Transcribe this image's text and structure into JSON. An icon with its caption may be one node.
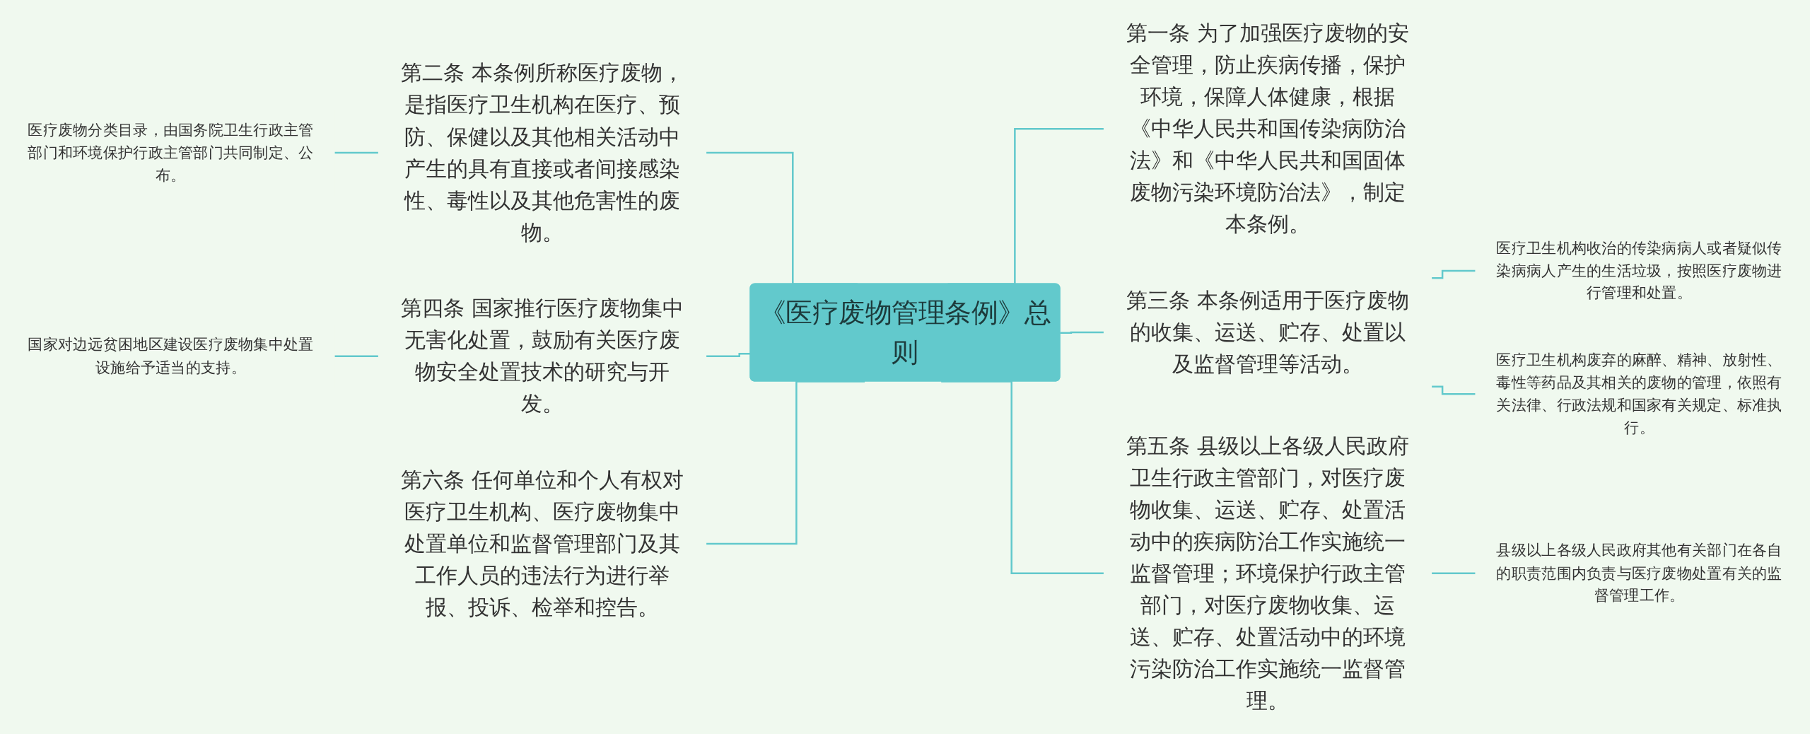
{
  "diagram": {
    "nodes": [
      {
        "text": [
          "《医疗废物管理条例》总则"
        ]
      },
      {
        "text": [
          "第二条 本条例所称医疗废物，是指医疗卫生机构在医疗、预防、保健以及其他相关活动中产生的具有直接或者间接感染性、毒性以及其他危害性的废物。"
        ]
      },
      {
        "text": [
          "医疗废物分类目录，由国务院卫生行政主管部门和环境保护行政主管部门共同制定、公布。"
        ]
      },
      {
        "text": [
          "第四条 国家推行医疗废物集中无害化处置，鼓励有关医疗废物安全处置技术的研究与开发。"
        ]
      },
      {
        "text": [
          "国家对边远贫困地区建设医疗废物集中处置设施给予适当的支持。"
        ]
      },
      {
        "text": [
          "第六条 任何单位和个人有权对医疗卫生机构、医疗废物集中处置单位和监督管理部门及其工作人员的违法行为进行举报、投诉、检举和控告。"
        ]
      },
      {
        "text": [
          "第一条 为了加强医疗废物的安全管理，防止疾病传播，保护环境，保障人体健康，根据《中华人民共和国传染病防治法》和《中华人民共和国固体废物污染环境防治法》，制定本条例。"
        ]
      },
      {
        "text": [
          "第三条 本条例适用于医疗废物的收集、运送、贮存、处置以及监督管理等活动。"
        ]
      },
      {
        "text": [
          "医疗卫生机构收治的传染病病人或者疑似传染病病人产生的生活垃圾，按照医疗废物进行管理和处置。"
        ]
      },
      {
        "text": [
          "医疗卫生机构废弃的麻醉、精神、放射性、毒性等药品及其相关的废物的管理，依照有关法律、行政法规和国家有关规定、标准执行。"
        ]
      },
      {
        "text": [
          "第五条 县级以上各级人民政府卫生行政主管部门，对医疗废物收集、运送、贮存、处置活动中的疾病防治工作实施统一监督管理；环境保护行政主管部门，对医疗废物收集、运送、贮存、处置活动中的环境污染防治工作实施统一监督管理。"
        ]
      },
      {
        "text": [
          "县级以上各级人民政府其他有关部门在各自的职责范围内负责与医疗废物处置有关的监督管理工作。"
        ]
      }
    ],
    "edges": [
      {
        "from": 0,
        "to": 1,
        "arrow": "none"
      },
      {
        "from": 1,
        "to": 2,
        "arrow": "none"
      },
      {
        "from": 0,
        "to": 3,
        "arrow": "none"
      },
      {
        "from": 3,
        "to": 4,
        "arrow": "none"
      },
      {
        "from": 0,
        "to": 5,
        "arrow": "none"
      },
      {
        "from": 0,
        "to": 6,
        "arrow": "none"
      },
      {
        "from": 0,
        "to": 7,
        "arrow": "none"
      },
      {
        "from": 7,
        "to": 8,
        "arrow": "none"
      },
      {
        "from": 7,
        "to": 9,
        "arrow": "none"
      },
      {
        "from": 0,
        "to": 10,
        "arrow": "none"
      },
      {
        "from": 10,
        "to": 11,
        "arrow": "none"
      }
    ]
  }
}
